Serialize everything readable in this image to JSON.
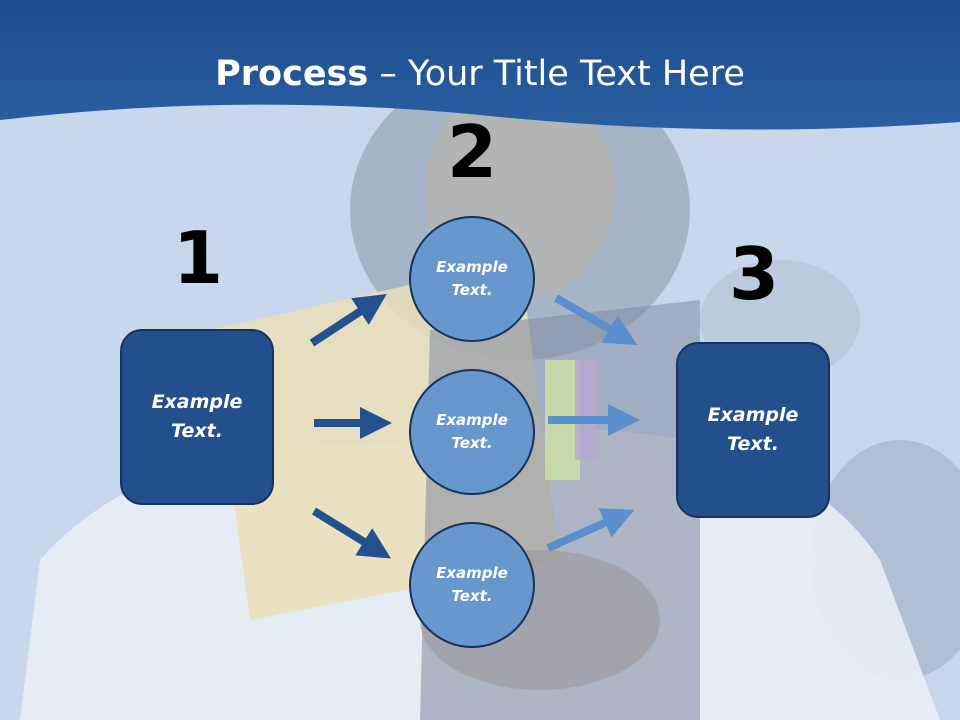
{
  "title": {
    "bold": "Process",
    "rest": " – Your Title Text Here"
  },
  "steps": [
    {
      "number": "1",
      "box_text": "Example\nText."
    },
    {
      "number": "2",
      "circles": [
        "Example\nText.",
        "Example\nText.",
        "Example\nText."
      ]
    },
    {
      "number": "3",
      "box_text": "Example\nText."
    }
  ],
  "colors": {
    "header": "#1f4f91",
    "box": "#234f8c",
    "circle": "#6897cd",
    "arrow_dark": "#23508e",
    "arrow_light": "#5a8fcc"
  }
}
